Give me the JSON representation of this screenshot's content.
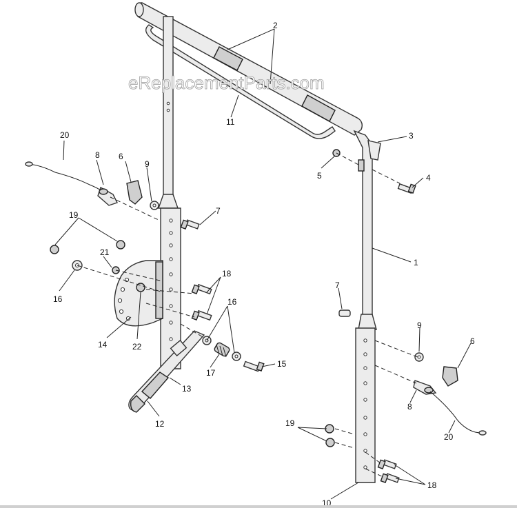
{
  "watermark": "eReplacementParts.com",
  "callouts": {
    "c1": "1",
    "c2": "2",
    "c3": "3",
    "c4": "4",
    "c5": "5",
    "c6_left": "6",
    "c6_right": "6",
    "c7_left": "7",
    "c7_right": "7",
    "c8_left": "8",
    "c8_right": "8",
    "c9_left": "9",
    "c9_right": "9",
    "c10": "10",
    "c11": "11",
    "c12": "12",
    "c13": "13",
    "c14": "14",
    "c15": "15",
    "c16_upper": "16",
    "c16_left": "16",
    "c17": "17",
    "c18_upper": "18",
    "c18_lower": "18",
    "c19_upper": "19",
    "c19_lower": "19",
    "c20_left": "20",
    "c20_right": "20",
    "c21": "21",
    "c22": "22"
  }
}
